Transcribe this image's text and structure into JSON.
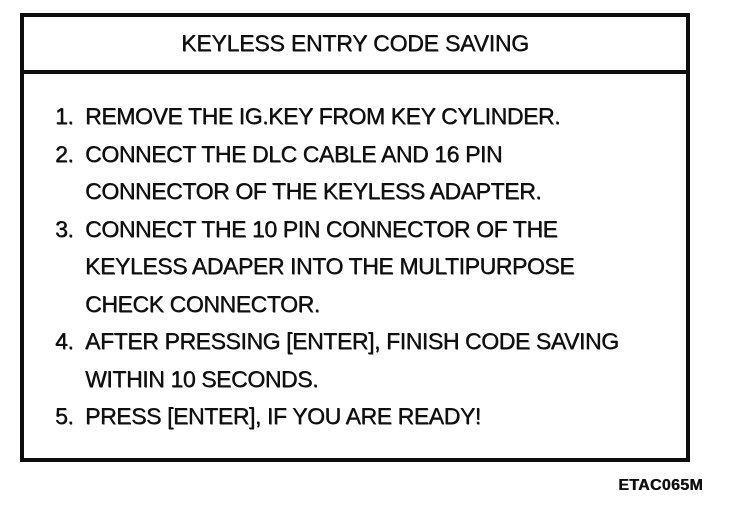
{
  "panel": {
    "title": "KEYLESS ENTRY CODE SAVING"
  },
  "steps": [
    {
      "number": "1.",
      "lines": [
        "REMOVE THE IG.KEY FROM KEY CYLINDER."
      ]
    },
    {
      "number": "2.",
      "lines": [
        "CONNECT THE DLC CABLE AND 16 PIN",
        "CONNECTOR OF THE KEYLESS ADAPTER."
      ]
    },
    {
      "number": "3.",
      "lines": [
        "CONNECT THE 10 PIN CONNECTOR OF THE",
        "KEYLESS ADAPER INTO THE MULTIPURPOSE",
        "CHECK CONNECTOR."
      ]
    },
    {
      "number": "4.",
      "lines": [
        "AFTER PRESSING [ENTER], FINISH CODE SAVING",
        "WITHIN 10 SECONDS."
      ]
    },
    {
      "number": "5.",
      "lines": [
        "PRESS [ENTER], IF YOU ARE READY!"
      ]
    }
  ],
  "footer": {
    "figure_code": "ETAC065M"
  },
  "colors": {
    "ink": "#0d0d0d",
    "background": "#ffffff"
  }
}
